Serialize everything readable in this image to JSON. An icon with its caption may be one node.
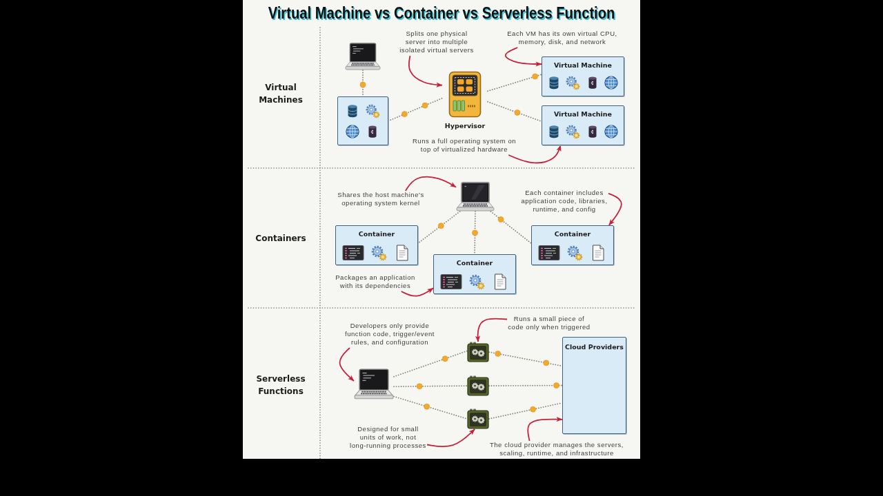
{
  "diagram": {
    "title": "Virtual Machine vs Container vs Serverless Function",
    "nodes": [
      {
        "text": [
          "Splits one physical server into multiple isolated virtual servers"
        ]
      },
      {
        "text": [
          "Each VM has its own virtual CPU, memory, disk, and network"
        ]
      },
      {
        "text": [],
        "shape": "picture"
      },
      {
        "text": [
          "Virtual Machine"
        ]
      },
      {
        "text": [
          "Hypervisor"
        ]
      },
      {
        "text": [],
        "shape": "box"
      },
      {
        "text": [
          "Virtual Machine"
        ]
      },
      {
        "text": [
          "Runs a full operating system on top of virtualized hardware"
        ]
      },
      {
        "text": [],
        "shape": "picture"
      },
      {
        "text": [
          "Shares the host machine's operating system kernel"
        ]
      },
      {
        "text": [
          "Each container includes application code, libraries, runtime, and config"
        ]
      },
      {
        "text": [
          "Container"
        ]
      },
      {
        "text": [
          "Container"
        ]
      },
      {
        "text": [
          "Container"
        ]
      },
      {
        "text": [
          "Packages an application with its dependencies"
        ]
      },
      {
        "text": [
          "Runs a small piece of code only when triggered"
        ]
      },
      {
        "text": [
          "Developers only provide function code, trigger/event rules, and configuration"
        ]
      },
      {
        "text": [
          "Cloud Providers"
        ]
      },
      {
        "text": [],
        "shape": "picture"
      },
      {
        "text": [],
        "shape": "picture"
      },
      {
        "text": [],
        "shape": "picture"
      },
      {
        "text": [],
        "shape": "picture"
      },
      {
        "text": [
          "Designed for small units of work, not long-running processes"
        ]
      },
      {
        "text": [
          "The cloud provider manages the servers, scaling, runtime, and infrastructure"
        ]
      }
    ],
    "edges": [
      {
        "from": 0,
        "to": 4,
        "arrow": "to",
        "color": "#c8203a"
      },
      {
        "from": 1,
        "to": 3,
        "arrow": "to",
        "color": "#c8203a"
      },
      {
        "from": 7,
        "to": 6,
        "arrow": "to",
        "color": "#c8203a"
      },
      {
        "from": 2,
        "to": 5,
        "arrow": "none",
        "style": "dashed"
      },
      {
        "from": 5,
        "to": 4,
        "arrow": "none",
        "style": "dashed"
      },
      {
        "from": 4,
        "to": 3,
        "arrow": "none",
        "style": "dashed"
      },
      {
        "from": 4,
        "to": 6,
        "arrow": "none",
        "style": "dashed"
      },
      {
        "from": 9,
        "to": 8,
        "arrow": "to",
        "color": "#c8203a"
      },
      {
        "from": 10,
        "to": 12,
        "arrow": "to",
        "color": "#c8203a"
      },
      {
        "from": 14,
        "to": 13,
        "arrow": "to",
        "color": "#c8203a"
      },
      {
        "from": 8,
        "to": 11,
        "arrow": "none",
        "style": "dashed"
      },
      {
        "from": 8,
        "to": 13,
        "arrow": "none",
        "style": "dashed"
      },
      {
        "from": 8,
        "to": 12,
        "arrow": "none",
        "style": "dashed"
      },
      {
        "from": 15,
        "to": 18,
        "arrow": "to",
        "color": "#c8203a"
      },
      {
        "from": 16,
        "to": 19,
        "arrow": "to",
        "color": "#c8203a"
      },
      {
        "from": 22,
        "to": 21,
        "arrow": "to",
        "color": "#c8203a"
      },
      {
        "from": 23,
        "to": 17,
        "arrow": "to",
        "color": "#c8203a"
      },
      {
        "from": 19,
        "to": 18,
        "arrow": "none",
        "style": "dashed"
      },
      {
        "from": 19,
        "to": 20,
        "arrow": "none",
        "style": "dashed"
      },
      {
        "from": 19,
        "to": 21,
        "arrow": "none",
        "style": "dashed"
      },
      {
        "from": 18,
        "to": 17,
        "arrow": "none",
        "style": "dashed"
      },
      {
        "from": 20,
        "to": 17,
        "arrow": "none",
        "style": "dashed"
      },
      {
        "from": 21,
        "to": 17,
        "arrow": "none",
        "style": "dashed"
      }
    ],
    "labels": [
      "Virtual Machines",
      "Containers",
      "Serverless Functions"
    ]
  }
}
